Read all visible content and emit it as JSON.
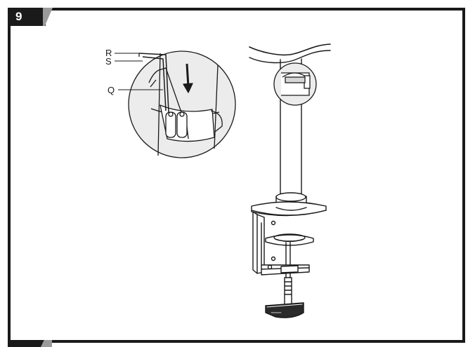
{
  "step": {
    "number": "9"
  },
  "callouts": {
    "r": "R",
    "s": "S",
    "q": "Q"
  }
}
